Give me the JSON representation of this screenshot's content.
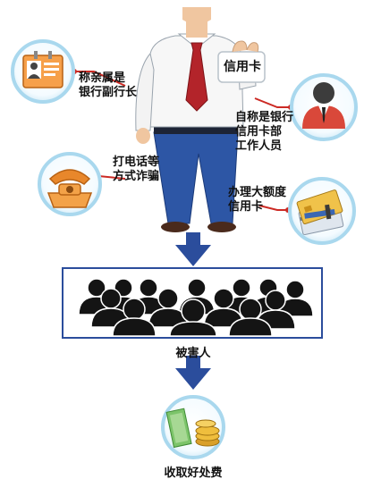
{
  "card_text": "信用卡",
  "tactics": [
    {
      "lines": [
        "称亲属是",
        "银行副行长"
      ],
      "icon": "id-badge-icon"
    },
    {
      "lines": [
        "自称是银行",
        "信用卡部",
        "工作人员"
      ],
      "icon": "bank-staff-icon"
    },
    {
      "lines": [
        "打电话等",
        "方式诈骗"
      ],
      "icon": "telephone-icon"
    },
    {
      "lines": [
        "办理大额度",
        "信用卡"
      ],
      "icon": "credit-cards-icon"
    }
  ],
  "victims_caption": "被害人",
  "result_caption": "收取好处费",
  "colors": {
    "arrow": "#2b4d9c",
    "circle_ring": "#a9d8ee",
    "connector": "#cc2a24",
    "trousers": "#2d56a5",
    "tie": "#b3242a"
  }
}
